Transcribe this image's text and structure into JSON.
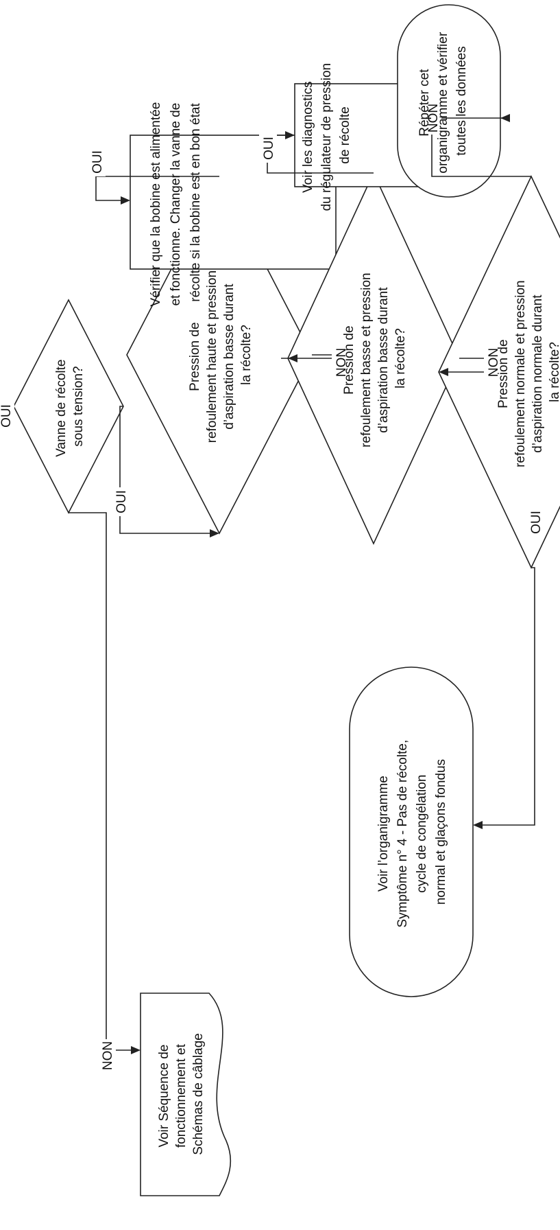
{
  "labels": {
    "yes": "OUI",
    "no": "NON"
  },
  "nodes": {
    "d1": [
      "Vanne de récolte",
      "sous tension?"
    ],
    "doc": [
      "Voir Séquence de",
      "fonctionnement et",
      "Schémas de câblage"
    ],
    "d2": [
      "Pression de",
      "refoulement haute et pression",
      "d’aspiration basse durant",
      "la récolte?"
    ],
    "box1": [
      "Vérifier que la bobine est alimentée",
      "et fonctionne. Changer la vanne de",
      "récolte si la bobine est en bon état"
    ],
    "d3": [
      "Pression de",
      "refoulement basse et pression",
      "d’aspiration basse durant",
      "la récolte?"
    ],
    "box2": [
      "Voir les diagnostics",
      "du régulateur de pression",
      "de récolte"
    ],
    "d4": [
      "Pression de",
      "refoulement normale et pression",
      "d’aspiration normale durant",
      "la récolte?"
    ],
    "term1": [
      "Répéter cet",
      "organigramme et vérifier",
      "toutes les données"
    ],
    "term2": [
      "Voir l’organigramme",
      "Symptôme n° 4 - Pas de récolte,",
      "cycle de congélation",
      "normal et glaçons fondus"
    ]
  }
}
